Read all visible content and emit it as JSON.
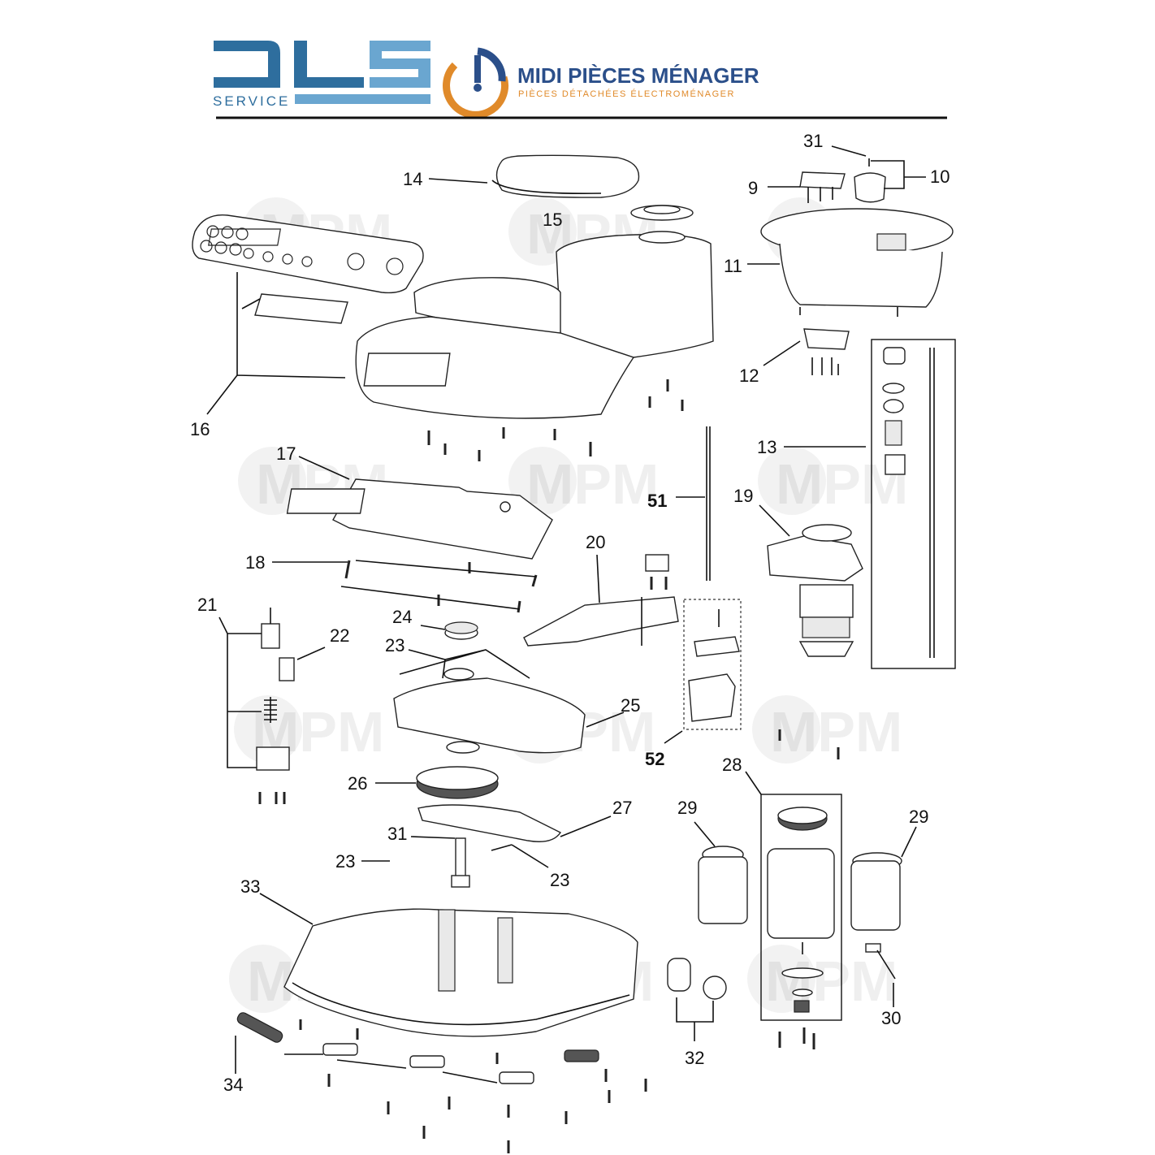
{
  "header": {
    "brand_left": {
      "letters": "DLS",
      "sub": "SERVICE",
      "color": "#2e6e9e",
      "color_light": "#6aa6d0"
    },
    "brand_right": {
      "title": "MIDI PIÈCES MÉNAGER",
      "subtitle": "PIÈCES DÉTACHÉES ÉLECTROMÉNAGER",
      "title_color": "#2b4f8a",
      "subtitle_color": "#e08a2a",
      "logo_colors": [
        "#2b4f8a",
        "#e08a2a"
      ]
    }
  },
  "watermark": {
    "text": "MPM"
  },
  "callouts": [
    {
      "id": "c31a",
      "label": "31"
    },
    {
      "id": "c10",
      "label": "10"
    },
    {
      "id": "c9",
      "label": "9"
    },
    {
      "id": "c14",
      "label": "14"
    },
    {
      "id": "c15",
      "label": "15"
    },
    {
      "id": "c11",
      "label": "11"
    },
    {
      "id": "c12",
      "label": "12"
    },
    {
      "id": "c16",
      "label": "16"
    },
    {
      "id": "c17",
      "label": "17"
    },
    {
      "id": "c13",
      "label": "13"
    },
    {
      "id": "c51",
      "label": "51"
    },
    {
      "id": "c19",
      "label": "19"
    },
    {
      "id": "c18",
      "label": "18"
    },
    {
      "id": "c20",
      "label": "20"
    },
    {
      "id": "c21",
      "label": "21"
    },
    {
      "id": "c22",
      "label": "22"
    },
    {
      "id": "c24",
      "label": "24"
    },
    {
      "id": "c23a",
      "label": "23"
    },
    {
      "id": "c25",
      "label": "25"
    },
    {
      "id": "c52",
      "label": "52"
    },
    {
      "id": "c28",
      "label": "28"
    },
    {
      "id": "c26",
      "label": "26"
    },
    {
      "id": "c29a",
      "label": "29"
    },
    {
      "id": "c29b",
      "label": "29"
    },
    {
      "id": "c27",
      "label": "27"
    },
    {
      "id": "c31b",
      "label": "31"
    },
    {
      "id": "c23b",
      "label": "23"
    },
    {
      "id": "c23c",
      "label": "23"
    },
    {
      "id": "c33",
      "label": "33"
    },
    {
      "id": "c30",
      "label": "30"
    },
    {
      "id": "c32",
      "label": "32"
    },
    {
      "id": "c34",
      "label": "34"
    }
  ]
}
